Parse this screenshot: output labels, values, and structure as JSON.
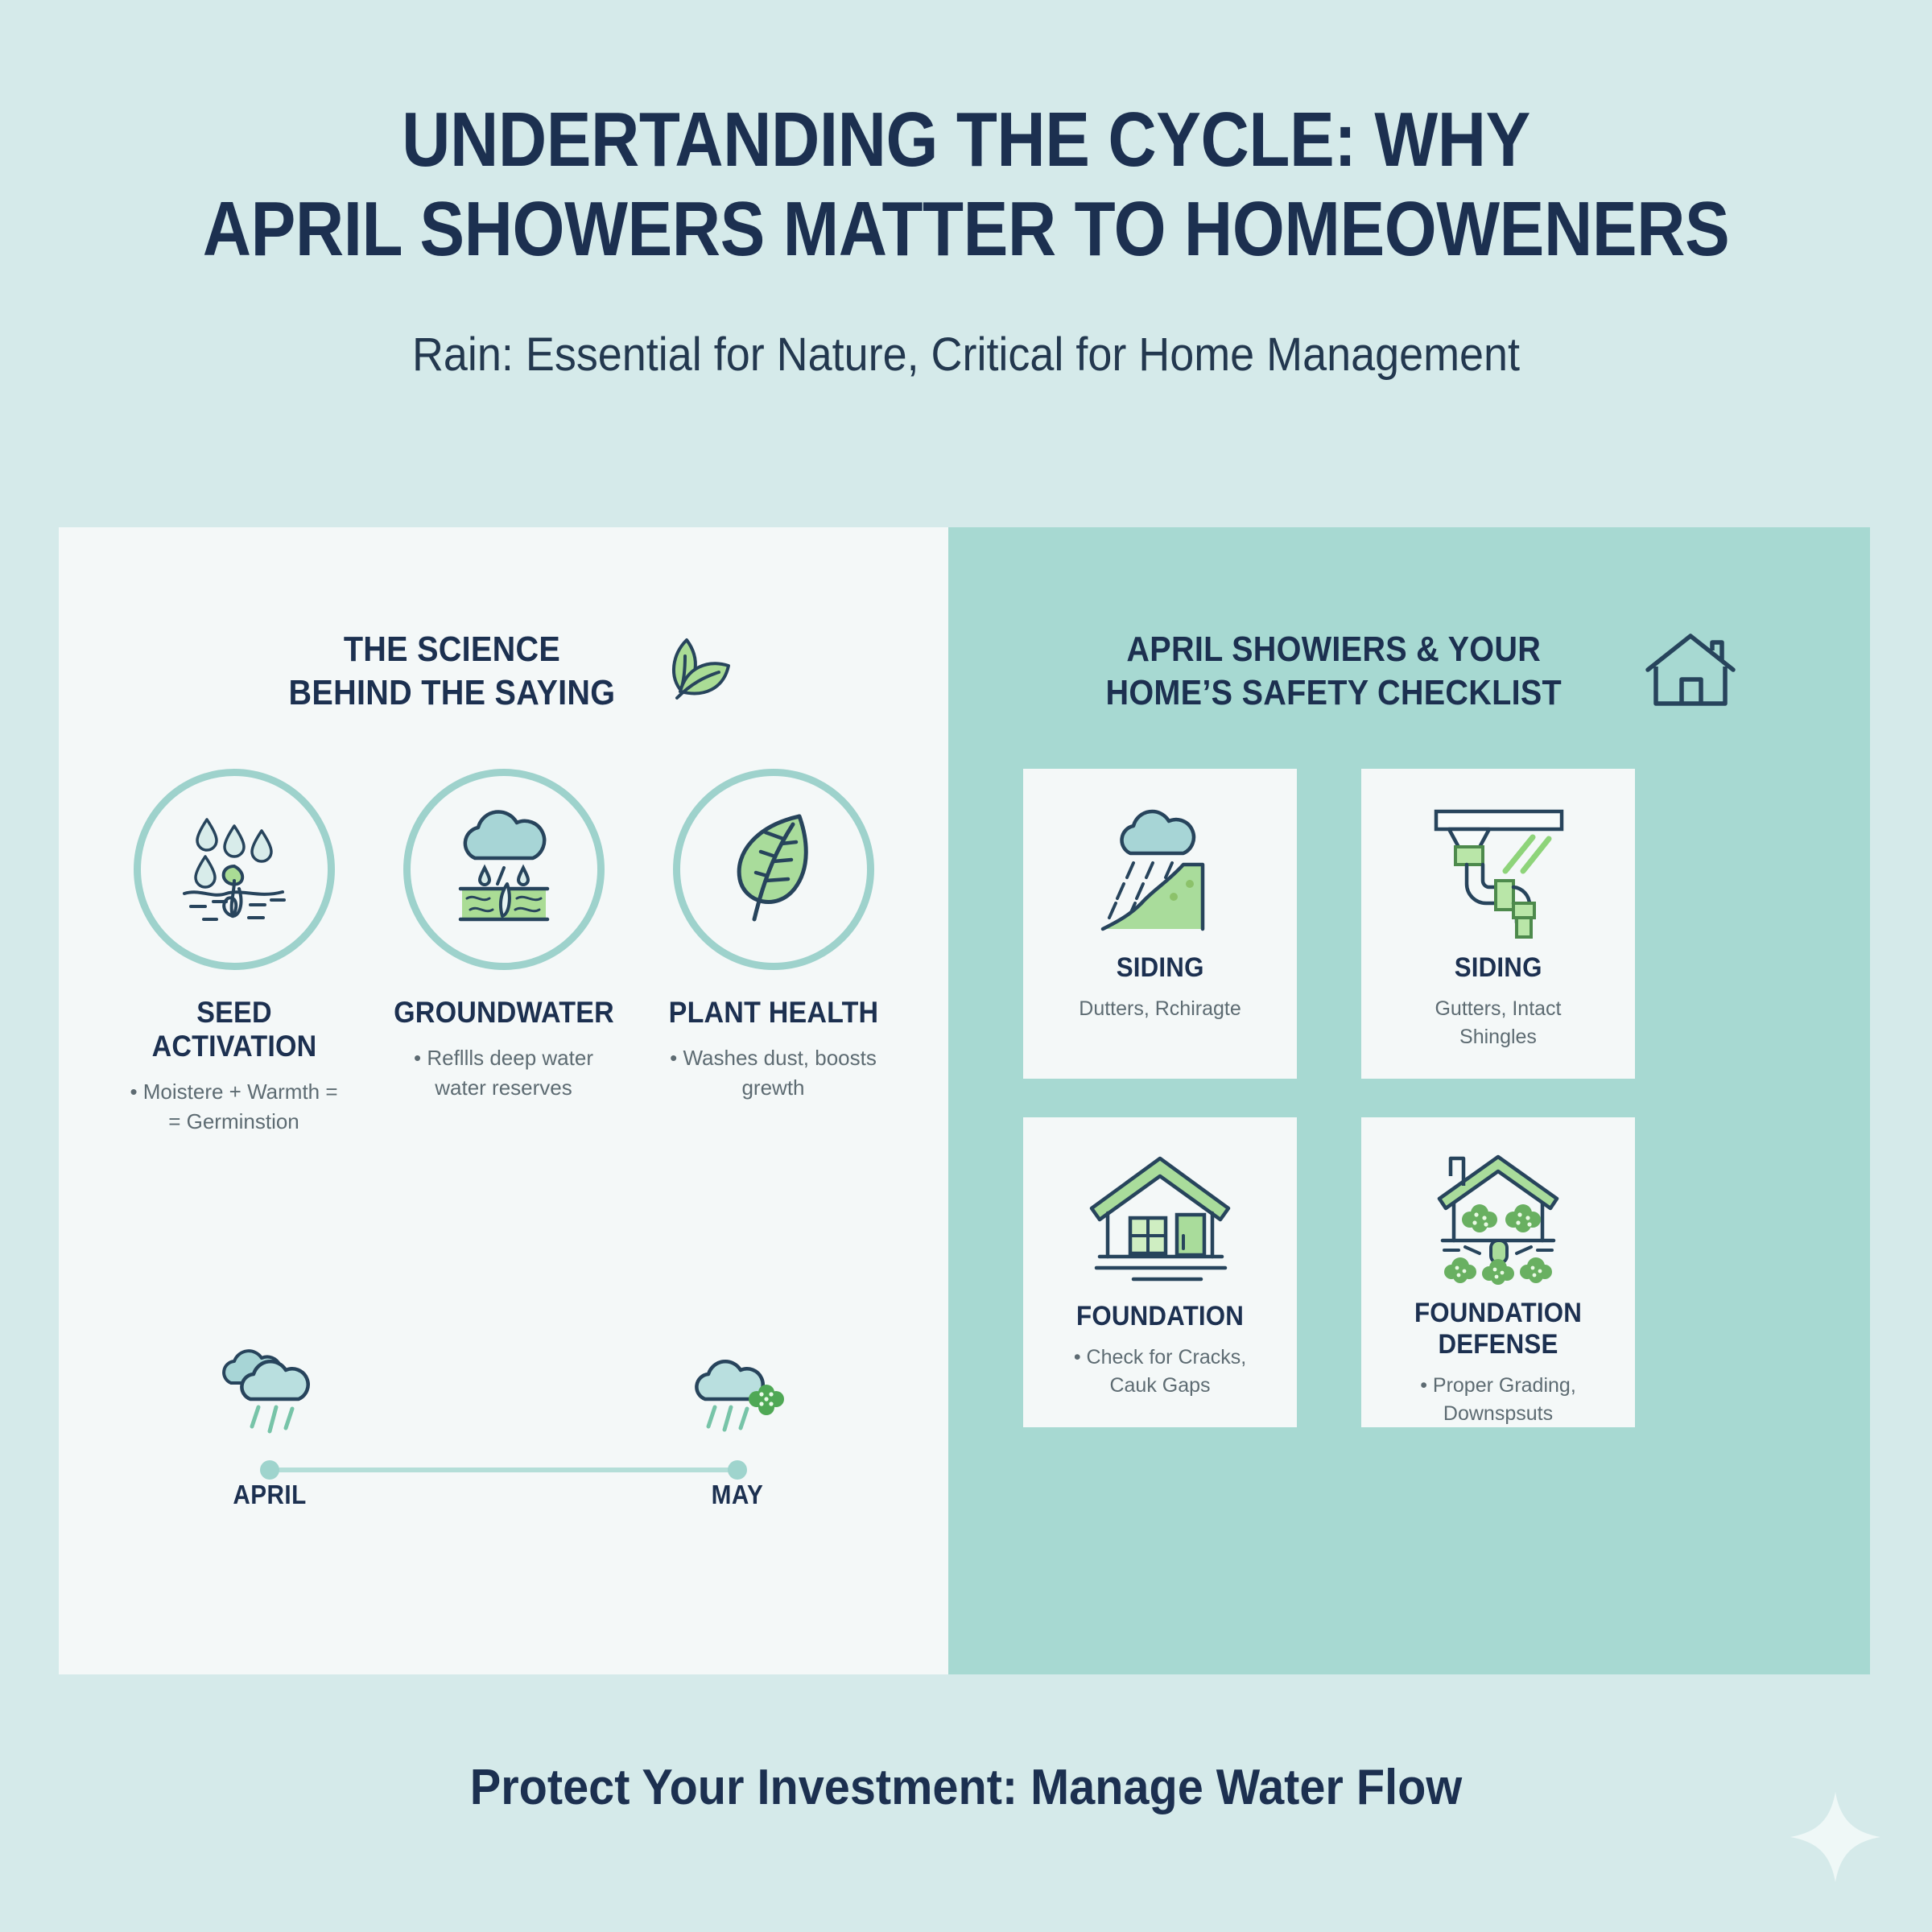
{
  "header": {
    "title_line1": "UNDERTANDING THE CYCLE: WHY",
    "title_line2": "APRIL SHOWERS MATTER TO HOMEOWENERS",
    "subtitle": "Rain: Essential for Nature, Critical for Home Management"
  },
  "colors": {
    "page_background": "#d5eaea",
    "panel_left_background": "#f4f8f8",
    "panel_right_background": "#a7d9d2",
    "card_background": "#f4f8f8",
    "heading_navy": "#1c3050",
    "body_gray": "#5d6b72",
    "accent_teal": "#9ed2cc",
    "accent_green": "#a8d89a",
    "sparkle": "#eef7f6"
  },
  "left_panel": {
    "heading_line1": "THE SCIENCE",
    "heading_line2": "BEHIND THE SAYING",
    "heading_icon": "leaves-icon",
    "circles": [
      {
        "icon": "seed-sprout-rain-icon",
        "label": "SEED ACTIVATION",
        "desc_line1": "• Moistere + Warmth =",
        "desc_line2": "= Germinstion"
      },
      {
        "icon": "rain-cloud-groundwater-icon",
        "label": "GROUNDWATER",
        "desc_line1": "• Refllls deep water",
        "desc_line2": "water reserves"
      },
      {
        "icon": "leaf-icon",
        "label": "PLANT HEALTH",
        "desc_line1": "• Washes dust, boosts",
        "desc_line2": "grewth"
      }
    ],
    "timeline": {
      "start_label": "APRIL",
      "start_icon": "rain-clouds-icon",
      "end_label": "MAY",
      "end_icon": "cloud-flower-icon"
    }
  },
  "right_panel": {
    "heading_line1": "APRIL SHOWIERS & YOUR",
    "heading_line2": "HOME’S SAFETY CHECKLIST",
    "heading_icon": "house-outline-icon",
    "cards": [
      {
        "icon": "rain-slope-erosion-icon",
        "title": "SIDING",
        "desc_line1": "Dutters, Rchiragte",
        "desc_line2": ""
      },
      {
        "icon": "gutter-downspout-icon",
        "title": "SIDING",
        "desc_line1": "Gutters, Intact",
        "desc_line2": "Shingles"
      },
      {
        "icon": "house-foundation-icon",
        "title": "FOUNDATION",
        "desc_line1": "• Check for Cracks,",
        "desc_line2": "Cauk Gaps"
      },
      {
        "icon": "house-grading-shrubs-icon",
        "title": "FOUNDATION DEFENSE",
        "desc_line1": "• Proper Grading,",
        "desc_line2": "Downspsuts"
      }
    ]
  },
  "footer": {
    "text": "Protect Your Investment: Manage Water Flow",
    "decoration_icon": "sparkle-icon"
  }
}
